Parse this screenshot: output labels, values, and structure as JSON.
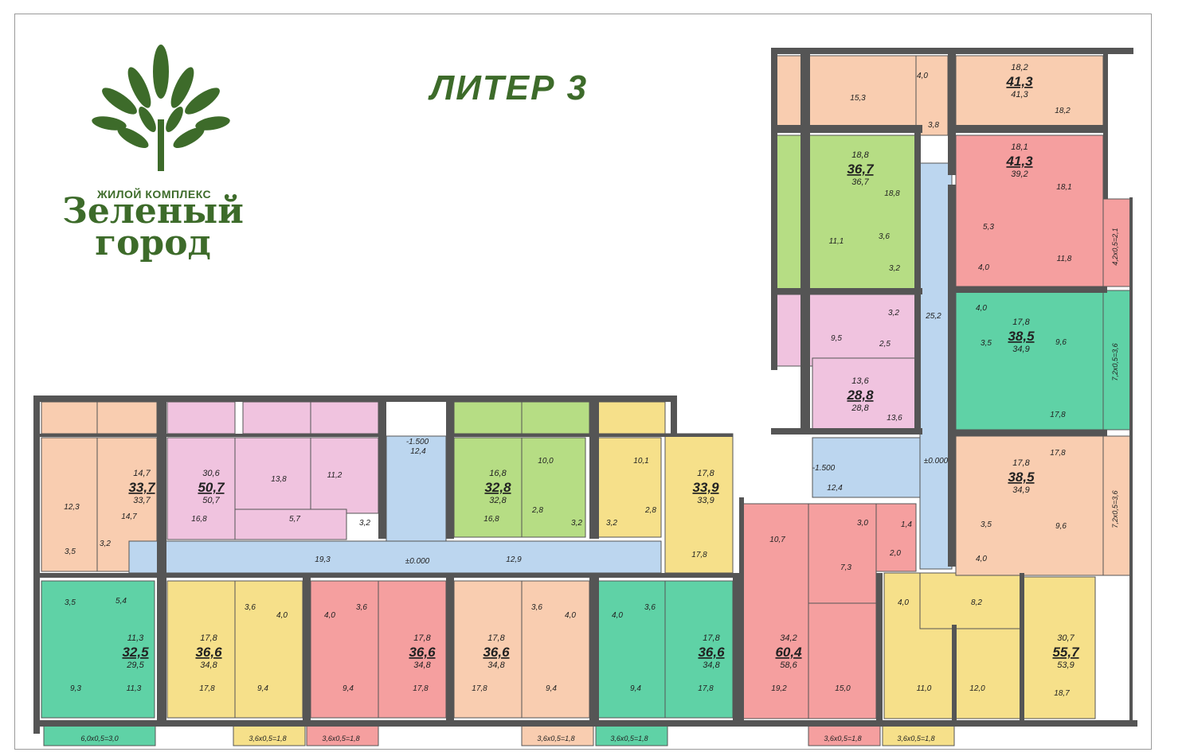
{
  "brand": {
    "subtitle": "ЖИЛОЙ КОМПЛЕКС",
    "name_line1": "Зеленый",
    "name_line2": "город",
    "color": "#3d6b2a"
  },
  "title": "ЛИТЕР 3",
  "colors": {
    "peach": "#f9cdb0",
    "pink": "#f0c3df",
    "green": "#b6dd84",
    "yellow": "#f6e08a",
    "red": "#f59f9f",
    "teal": "#5fd2a6",
    "corridor": "#bcd6ef",
    "wall": "#555555"
  },
  "apartments": [
    {
      "id": "a1",
      "living": "14,7",
      "total": "33,7",
      "total2": "33,7"
    },
    {
      "id": "a2",
      "living": "30,6",
      "total": "50,7",
      "total2": "50,7"
    },
    {
      "id": "a3",
      "living": "16,8",
      "total": "32,8",
      "total2": "32,8"
    },
    {
      "id": "a4",
      "living": "17,8",
      "total": "33,9",
      "total2": "33,9"
    },
    {
      "id": "a5",
      "living": "11,3",
      "total": "32,5",
      "total2": "29,5"
    },
    {
      "id": "a6",
      "living": "17,8",
      "total": "36,6",
      "total2": "34,8"
    },
    {
      "id": "a7",
      "living": "17,8",
      "total": "36,6",
      "total2": "34,8"
    },
    {
      "id": "a8",
      "living": "17,8",
      "total": "36,6",
      "total2": "34,8"
    },
    {
      "id": "a9",
      "living": "17,8",
      "total": "36,6",
      "total2": "34,8"
    },
    {
      "id": "a10",
      "living": "34,2",
      "total": "60,4",
      "total2": "58,6"
    },
    {
      "id": "a11",
      "living": "30,7",
      "total": "55,7",
      "total2": "53,9"
    },
    {
      "id": "a12",
      "living": "18,2",
      "total": "41,3",
      "total2": "41,3"
    },
    {
      "id": "a13",
      "living": "18,1",
      "total": "41,3",
      "total2": "39,2"
    },
    {
      "id": "a14",
      "living": "18,8",
      "total": "36,7",
      "total2": "36,7"
    },
    {
      "id": "a15",
      "living": "13,6",
      "total": "28,8",
      "total2": "28,8"
    },
    {
      "id": "a16",
      "living": "17,8",
      "total": "38,5",
      "total2": "34,9"
    },
    {
      "id": "a17",
      "living": "17,8",
      "total": "38,5",
      "total2": "34,9"
    }
  ],
  "room_areas": {
    "r1": "12,3",
    "r2": "14,7",
    "r3": "3,2",
    "r4": "3,5",
    "r5": "16,8",
    "r6": "13,8",
    "r7": "11,2",
    "r8": "5,7",
    "r9": "3,2",
    "r10": "12,4",
    "r11": "16,8",
    "r12": "10,0",
    "r13": "2,8",
    "r14": "3,2",
    "r15": "10,1",
    "r16": "3,2",
    "r17": "2,8",
    "r18": "17,8",
    "r19": "19,3",
    "r20": "12,9",
    "r21": "5,4",
    "r22": "3,5",
    "r23": "9,3",
    "r24": "11,3",
    "r25": "3,6",
    "r26": "4,0",
    "r27": "17,8",
    "r28": "9,4",
    "r29": "4,0",
    "r30": "3,6",
    "r31": "9,4",
    "r32": "17,8",
    "r33": "3,6",
    "r34": "4,0",
    "r35": "17,8",
    "r36": "9,4",
    "r37": "4,0",
    "r38": "3,6",
    "r39": "9,4",
    "r40": "17,8",
    "r41": "10,7",
    "r42": "3,0",
    "r43": "1,4",
    "r44": "7,3",
    "r45": "2,0",
    "r46": "19,2",
    "r47": "15,0",
    "r48": "4,0",
    "r49": "8,2",
    "r50": "11,0",
    "r51": "12,0",
    "r52": "18,7",
    "r53": "15,3",
    "r54": "4,0",
    "r55": "3,8",
    "r56": "18,2",
    "r57": "18,8",
    "r58": "11,1",
    "r59": "3,6",
    "r60": "3,2",
    "r61": "18,1",
    "r62": "5,3",
    "r63": "4,0",
    "r64": "11,8",
    "r65": "3,2",
    "r66": "9,5",
    "r67": "2,5",
    "r68": "13,6",
    "r69": "4,0",
    "r70": "3,5",
    "r71": "9,6",
    "r72": "17,8",
    "r73": "25,2",
    "r74": "17,8",
    "r75": "3,5",
    "r76": "9,6",
    "r77": "4,0",
    "r78": "12,4"
  },
  "levels": {
    "l1": "-1.500",
    "l2": "±0.000",
    "l3": "-1.500",
    "l4": "±0.000"
  },
  "balconies": {
    "b1": "6,0x0,5=3,0",
    "b2": "3,6x0,5=1,8",
    "b3": "3,6x0,5=1,8",
    "b4": "3,6x0,5=1,8",
    "b5": "3,6x0,5=1,8",
    "b6": "3,6x0,5=1,8",
    "b7": "3,6x0,5=1,8",
    "b8": "4,2x0,5=2,1",
    "b9": "7,2x0,5=3,6",
    "b10": "7,2x0,5=3,6"
  }
}
